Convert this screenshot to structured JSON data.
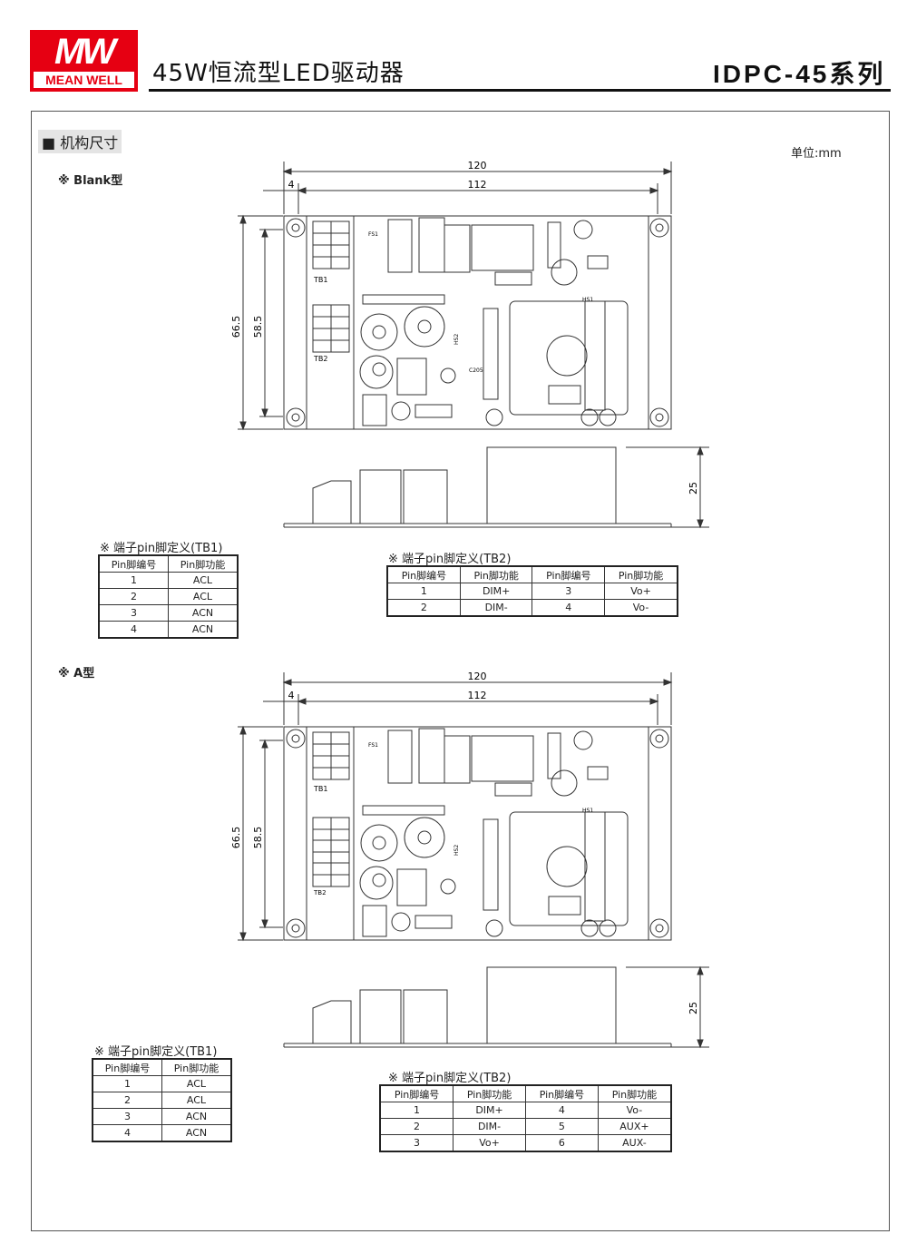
{
  "header": {
    "logo_mark": "MW",
    "brand": "MEAN WELL",
    "title": "45W恒流型LED驱动器",
    "series": "IDPC-45系列"
  },
  "section_title": "■ 机构尺寸",
  "unit": "单位:mm",
  "blank": {
    "label": "※ Blank型",
    "dims": {
      "total_width": "120",
      "mount_width": "112",
      "edge_offset": "4",
      "total_height": "66.5",
      "mount_height": "58.5",
      "component_height": "25"
    },
    "pcb_labels": {
      "tb1": "TB1",
      "tb2": "TB2",
      "fs1": "FS1",
      "hs1": "HS1",
      "hs2": "HS2",
      "c205": "C205"
    },
    "tb1": {
      "caption": "※ 端子pin脚定义(TB1)",
      "headers": [
        "Pin脚编号",
        "Pin脚功能"
      ],
      "rows": [
        [
          "1",
          "ACL"
        ],
        [
          "2",
          "ACL"
        ],
        [
          "3",
          "ACN"
        ],
        [
          "4",
          "ACN"
        ]
      ]
    },
    "tb2": {
      "caption": "※ 端子pin脚定义(TB2)",
      "headers": [
        "Pin脚编号",
        "Pin脚功能",
        "Pin脚编号",
        "Pin脚功能"
      ],
      "rows": [
        [
          "1",
          "DIM+",
          "3",
          "Vo+"
        ],
        [
          "2",
          "DIM-",
          "4",
          "Vo-"
        ]
      ]
    }
  },
  "a": {
    "label": "※ A型",
    "dims": {
      "total_width": "120",
      "mount_width": "112",
      "edge_offset": "4",
      "total_height": "66.5",
      "mount_height": "58.5",
      "component_height": "25"
    },
    "pcb_labels": {
      "tb1": "TB1",
      "tb2": "TB2",
      "fs1": "FS1",
      "hs1": "HS1",
      "hs2": "HS2"
    },
    "tb1": {
      "caption": "※ 端子pin脚定义(TB1)",
      "headers": [
        "Pin脚编号",
        "Pin脚功能"
      ],
      "rows": [
        [
          "1",
          "ACL"
        ],
        [
          "2",
          "ACL"
        ],
        [
          "3",
          "ACN"
        ],
        [
          "4",
          "ACN"
        ]
      ]
    },
    "tb2": {
      "caption": "※ 端子pin脚定义(TB2)",
      "headers": [
        "Pin脚编号",
        "Pin脚功能",
        "Pin脚编号",
        "Pin脚功能"
      ],
      "rows": [
        [
          "1",
          "DIM+",
          "4",
          "Vo-"
        ],
        [
          "2",
          "DIM-",
          "5",
          "AUX+"
        ],
        [
          "3",
          "Vo+",
          "6",
          "AUX-"
        ]
      ]
    }
  }
}
